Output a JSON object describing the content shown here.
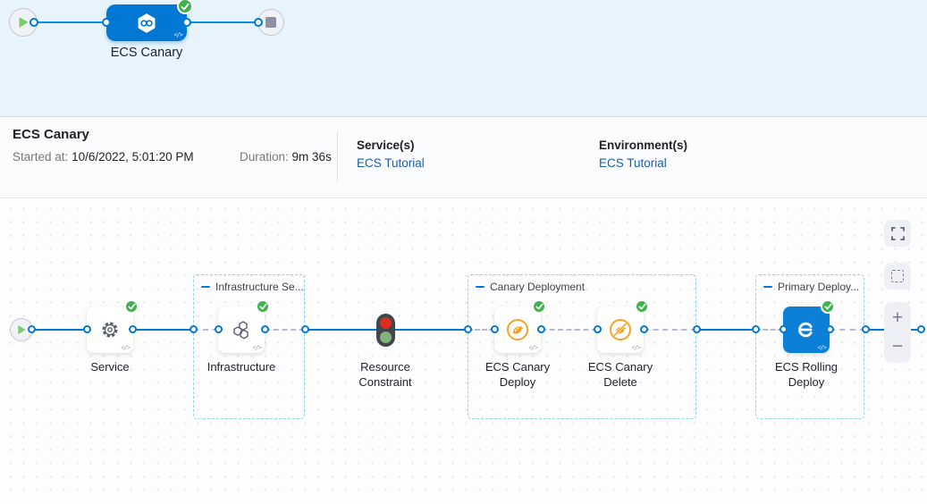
{
  "minimap": {
    "stage_label": "ECS Canary",
    "code_icon_text": "</>"
  },
  "header": {
    "title": "ECS Canary",
    "started_label": "Started at:",
    "started_value": "10/6/2022, 5:01:20 PM",
    "duration_label": "Duration:",
    "duration_value": "9m 36s",
    "services_label": "Service(s)",
    "services_link": "ECS Tutorial",
    "environments_label": "Environment(s)",
    "environments_link": "ECS Tutorial"
  },
  "canvas": {
    "groups": {
      "infrastructure": "Infrastructure Se...",
      "canary": "Canary Deployment",
      "primary": "Primary Deploy..."
    },
    "nodes": {
      "service": "Service",
      "infrastructure": "Infrastructure",
      "resource_constraint": "Resource Constraint",
      "canary_deploy": "ECS Canary Deploy",
      "canary_delete": "ECS Canary Delete",
      "rolling_deploy": "ECS Rolling Deploy"
    },
    "code_icon_text": "</>",
    "zoom_controls": {
      "zoom_in": "+",
      "zoom_out": "−"
    }
  },
  "colors": {
    "primary_blue": "#0278d5",
    "success_green": "#3fb14f",
    "canary_amber": "#f6a325",
    "link_blue": "#1a5dab",
    "group_border_blue": "#8fd3f1",
    "minimap_bg": "#e7f4fb",
    "traffic_red": "#dd2d1d",
    "traffic_green": "#84b47c"
  }
}
